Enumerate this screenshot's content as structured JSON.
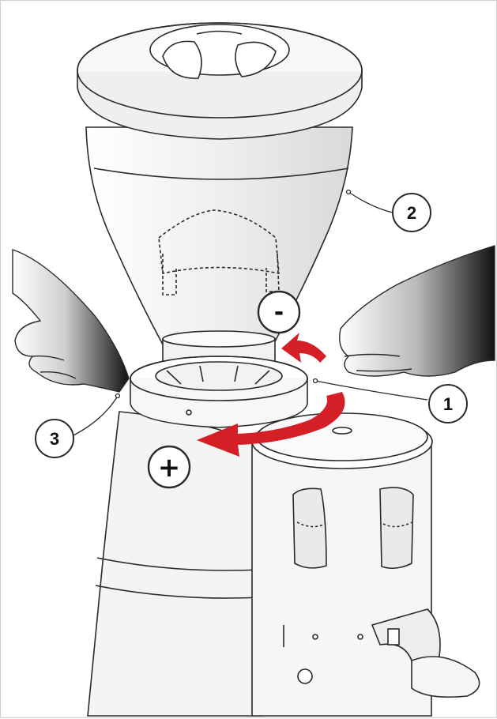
{
  "callouts": {
    "c1": "1",
    "c2": "2",
    "c3": "3"
  },
  "signs": {
    "minus": "-",
    "plus": "+"
  },
  "colors": {
    "arrow": "#d41f27",
    "outline": "#2a2a2a",
    "hand_dark": "#1a1a1a",
    "body_fill": "#f3f3f3"
  }
}
